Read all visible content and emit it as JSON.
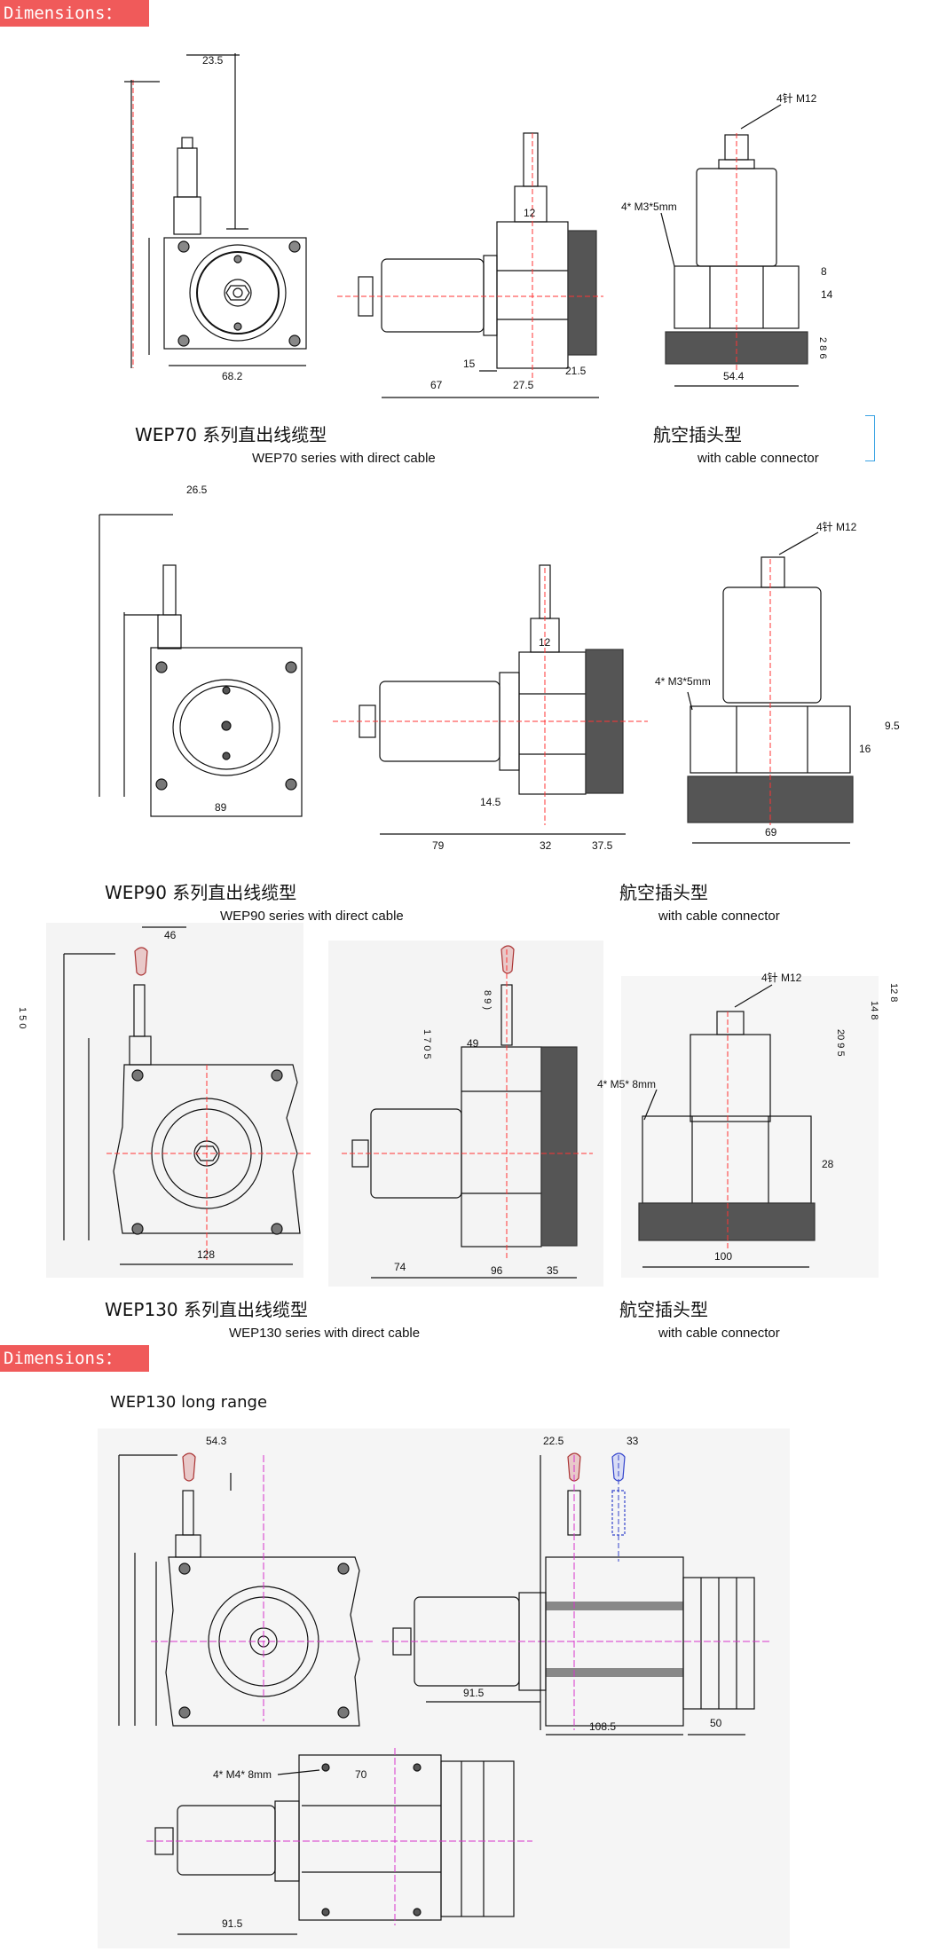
{
  "banners": {
    "first": "Dimensions：",
    "second": "Dimensions："
  },
  "wep70": {
    "caption_cn": "WEP70 系列直出线缆型",
    "caption_en": "WEP70 series with direct cable",
    "connector_cn": "航空插头型",
    "connector_en": "with cable connector",
    "dims": {
      "top_offset": "23.5",
      "width": "68.2",
      "shaft": "12",
      "body_len": "67",
      "side_a": "15",
      "side_b": "27.5",
      "side_c": "21.5",
      "conn_label": "4针 M12",
      "screw_label": "4* M3*5mm",
      "c8": "8",
      "c14": "14",
      "c_small": "2 8 6",
      "conn_width": "54.4"
    }
  },
  "wep90": {
    "caption_cn": "WEP90 系列直出线缆型",
    "caption_en": "WEP90 series with direct cable",
    "connector_cn": "航空插头型",
    "connector_en": "with cable connector",
    "dims": {
      "top_offset": "26.5",
      "width": "89",
      "shaft": "12",
      "side_small": "14.5",
      "body_len": "79",
      "side_b": "32",
      "side_c": "37.5",
      "conn_label": "4针 M12",
      "screw_label": "4* M3*5mm",
      "c95": "9.5",
      "c16": "16",
      "conn_width": "69"
    }
  },
  "wep130": {
    "caption_cn": "WEP130 系列直出线缆型",
    "caption_en": "WEP130 series with direct cable",
    "connector_cn": "航空插头型",
    "connector_en": "with cable connector",
    "dims": {
      "top_offset": "46",
      "width": "128",
      "left_vert": "1 5 0",
      "side_vert1": "1 7 0 5",
      "side_49": "49",
      "side_vert2": "8 9 )",
      "body_len": "74",
      "side_b": "96",
      "side_c": "35",
      "conn_label": "4针 M12",
      "screw_label": "4* M5* 8mm",
      "c28": "28",
      "conn_width": "100",
      "right_a": "20 9 5",
      "right_b": "14 8",
      "right_c": "12 8"
    }
  },
  "long_range": {
    "title": "WEP130  long range",
    "dims": {
      "top_offset": "54.3",
      "side_225": "22.5",
      "side_33": "33",
      "side_915": "91.5",
      "side_1085": "108.5",
      "side_50": "50",
      "bottom_screw": "4* M4* 8mm",
      "bottom_70": "70",
      "bottom_915": "91.5"
    }
  }
}
